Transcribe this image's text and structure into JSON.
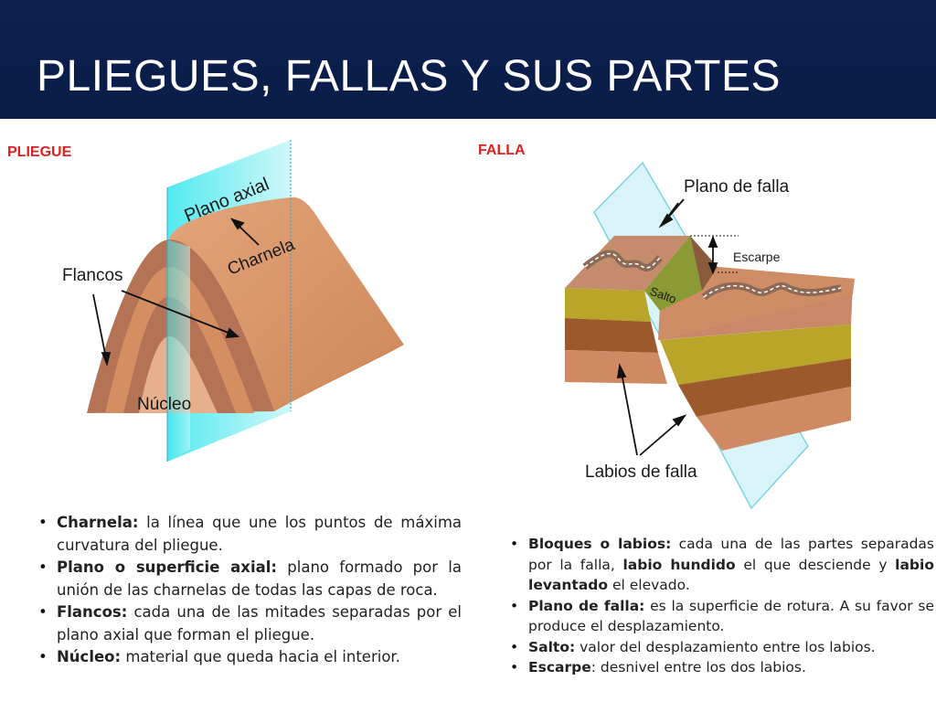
{
  "title": "PLIEGUES, FALLAS Y SUS PARTES",
  "fold": {
    "section_label": "PLIEGUE",
    "labels": {
      "plano_axial": "Plano axial",
      "charnela": "Charnela",
      "flancos": "Flancos",
      "nucleo": "Núcleo"
    },
    "definitions": [
      {
        "term": "Charnela:",
        "text": " la línea que une los puntos de máxima curvatura del pliegue."
      },
      {
        "term": "Plano o superficie axial:",
        "text": " plano formado por la unión de las charnelas de todas las capas de roca."
      },
      {
        "term": "Flancos:",
        "text": " cada una de las mitades separadas por el plano axial que forman el pliegue."
      },
      {
        "term": "Núcleo:",
        "text": " material que queda hacia el interior."
      }
    ]
  },
  "fault": {
    "section_label": "FALLA",
    "labels": {
      "plano_de_falla": "Plano de falla",
      "escarpe": "Escarpe",
      "salto": "Salto",
      "labios_de_falla": "Labios de falla"
    },
    "definitions": [
      {
        "term": "Bloques o labios:",
        "text": " cada una de las partes separadas por la falla, ",
        "term2": "labio hundido",
        "text2": " el que desciende y ",
        "term3": "labio levantado",
        "text3": " el elevado."
      },
      {
        "term": "Plano de falla:",
        "text": " es la superficie de rotura. A su favor se produce el desplazamiento."
      },
      {
        "term": "Salto:",
        "text": " valor del desplazamiento entre los labios."
      },
      {
        "term": "Escarpe",
        "text": ": desnivel entre los dos labios."
      }
    ]
  },
  "colors": {
    "header_bg": "#0d2150",
    "section_label": "#e02020",
    "rock_light": "#d9926a",
    "rock_dark": "#b07050",
    "plane": "#7fe8ec",
    "layer_yellow": "#b9a52a",
    "layer_brown": "#9c5a2c"
  }
}
